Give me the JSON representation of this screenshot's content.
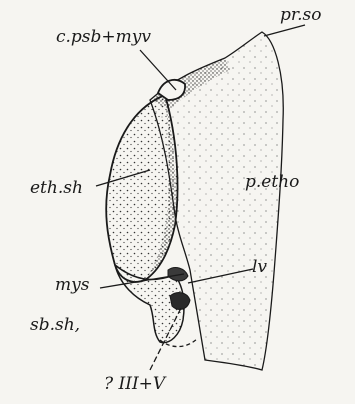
{
  "labels": {
    "c_psb_myv": "c.psb+myv",
    "pr_so": "pr.so",
    "eth_sh": "eth.sh",
    "p_etho": "p.etho",
    "mys": "mys",
    "lv": "lv",
    "sb_sh": "sb.sh,",
    "iii_v": "? III+V"
  },
  "colors": {
    "ink": "#1a1a1a",
    "paper": "#f6f5f1"
  }
}
